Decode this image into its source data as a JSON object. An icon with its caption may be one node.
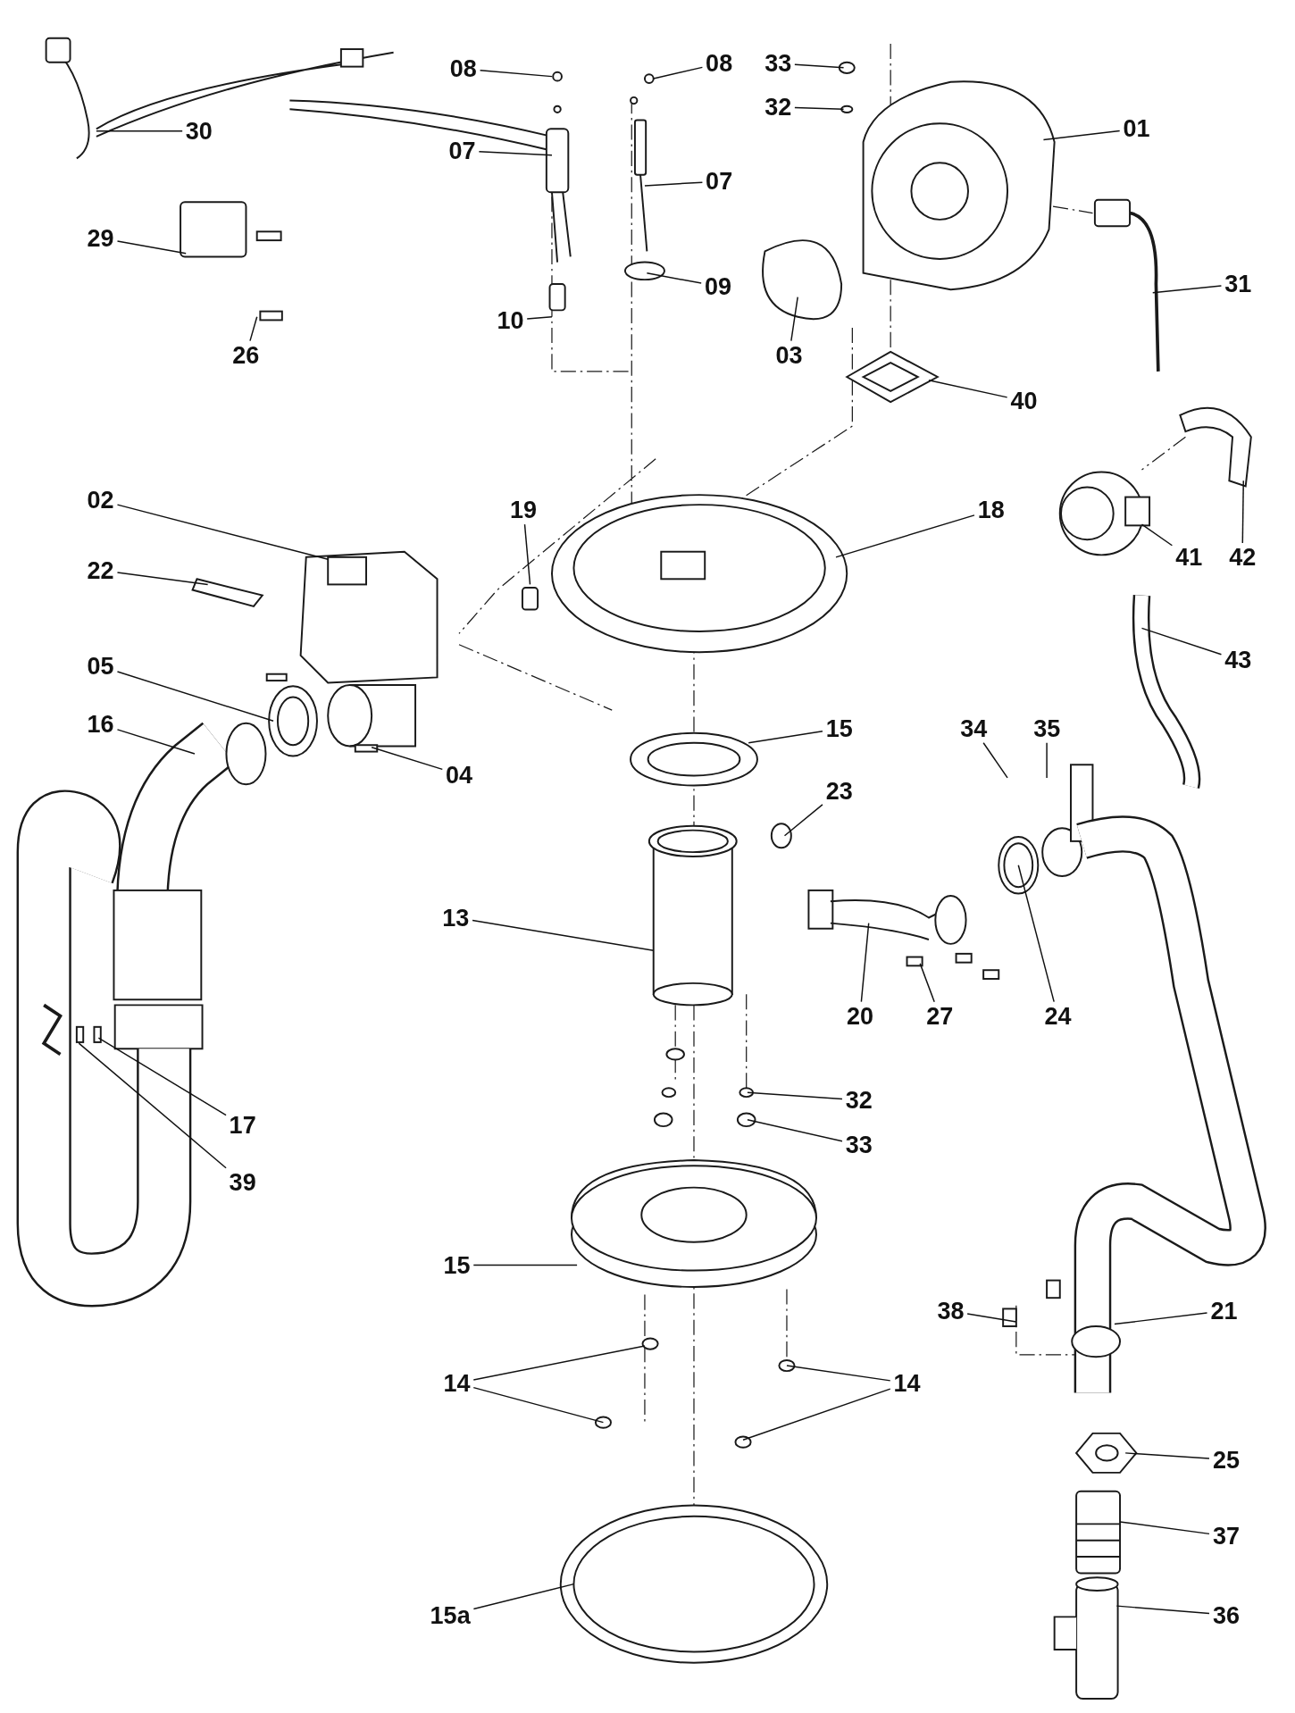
{
  "diagram": {
    "nodes": [
      {
        "text": [
          "08"
        ]
      },
      {
        "text": [
          "08"
        ]
      },
      {
        "text": [
          "33"
        ]
      },
      {
        "text": [
          "32"
        ]
      },
      {
        "text": [
          "01"
        ]
      },
      {
        "text": [
          "30"
        ]
      },
      {
        "text": [
          "07"
        ]
      },
      {
        "text": [
          "07"
        ]
      },
      {
        "text": [
          "29"
        ]
      },
      {
        "text": [
          "31"
        ]
      },
      {
        "text": [
          "09"
        ]
      },
      {
        "text": [
          "10"
        ]
      },
      {
        "text": [
          "03"
        ]
      },
      {
        "text": [
          "26"
        ]
      },
      {
        "text": [
          "40"
        ]
      },
      {
        "text": [
          "02"
        ]
      },
      {
        "text": [
          "19"
        ]
      },
      {
        "text": [
          "18"
        ]
      },
      {
        "text": [
          "41"
        ]
      },
      {
        "text": [
          "42"
        ]
      },
      {
        "text": [
          "22"
        ]
      },
      {
        "text": [
          "43"
        ]
      },
      {
        "text": [
          "05"
        ]
      },
      {
        "text": [
          "16"
        ]
      },
      {
        "text": [
          "34"
        ]
      },
      {
        "text": [
          "35"
        ]
      },
      {
        "text": [
          "15"
        ]
      },
      {
        "text": [
          "04"
        ]
      },
      {
        "text": [
          "23"
        ]
      },
      {
        "text": [
          "13"
        ]
      },
      {
        "text": [
          "20"
        ]
      },
      {
        "text": [
          "27"
        ]
      },
      {
        "text": [
          "24"
        ]
      },
      {
        "text": [
          "32"
        ]
      },
      {
        "text": [
          "17"
        ]
      },
      {
        "text": [
          "33"
        ]
      },
      {
        "text": [
          "39"
        ]
      },
      {
        "text": [
          "15"
        ]
      },
      {
        "text": [
          "38"
        ]
      },
      {
        "text": [
          "21"
        ]
      },
      {
        "text": [
          "14"
        ]
      },
      {
        "text": [
          "14"
        ]
      },
      {
        "text": [
          "25"
        ]
      },
      {
        "text": [
          "37"
        ]
      },
      {
        "text": [
          "15a"
        ]
      },
      {
        "text": [
          "36"
        ]
      }
    ],
    "edges": [
      {
        "from": 0,
        "to": null,
        "arrow": "none"
      },
      {
        "from": 1,
        "to": null,
        "arrow": "none"
      },
      {
        "from": 2,
        "to": null,
        "arrow": "none"
      },
      {
        "from": 3,
        "to": null,
        "arrow": "none"
      },
      {
        "from": 4,
        "to": null,
        "arrow": "none"
      },
      {
        "from": 5,
        "to": null,
        "arrow": "none"
      },
      {
        "from": 6,
        "to": null,
        "arrow": "none"
      },
      {
        "from": 7,
        "to": null,
        "arrow": "none"
      },
      {
        "from": 8,
        "to": null,
        "arrow": "none"
      },
      {
        "from": 9,
        "to": null,
        "arrow": "none"
      },
      {
        "from": 10,
        "to": null,
        "arrow": "none"
      },
      {
        "from": 11,
        "to": null,
        "arrow": "none"
      },
      {
        "from": 12,
        "to": null,
        "arrow": "none"
      },
      {
        "from": 13,
        "to": null,
        "arrow": "none"
      },
      {
        "from": 14,
        "to": null,
        "arrow": "none"
      },
      {
        "from": 15,
        "to": null,
        "arrow": "none"
      },
      {
        "from": 16,
        "to": null,
        "arrow": "none"
      },
      {
        "from": 17,
        "to": null,
        "arrow": "none"
      },
      {
        "from": 18,
        "to": null,
        "arrow": "none"
      },
      {
        "from": 19,
        "to": null,
        "arrow": "none"
      },
      {
        "from": 20,
        "to": null,
        "arrow": "none"
      },
      {
        "from": 21,
        "to": null,
        "arrow": "none"
      },
      {
        "from": 22,
        "to": null,
        "arrow": "none"
      },
      {
        "from": 23,
        "to": null,
        "arrow": "none"
      },
      {
        "from": 24,
        "to": null,
        "arrow": "none"
      },
      {
        "from": 25,
        "to": null,
        "arrow": "none"
      },
      {
        "from": 26,
        "to": null,
        "arrow": "none"
      },
      {
        "from": 27,
        "to": null,
        "arrow": "none"
      },
      {
        "from": 28,
        "to": null,
        "arrow": "none"
      },
      {
        "from": 29,
        "to": null,
        "arrow": "none"
      },
      {
        "from": 30,
        "to": null,
        "arrow": "none"
      },
      {
        "from": 31,
        "to": null,
        "arrow": "none"
      },
      {
        "from": 32,
        "to": null,
        "arrow": "none"
      },
      {
        "from": 33,
        "to": null,
        "arrow": "none"
      },
      {
        "from": 34,
        "to": null,
        "arrow": "none"
      },
      {
        "from": 35,
        "to": null,
        "arrow": "none"
      },
      {
        "from": 36,
        "to": null,
        "arrow": "none"
      },
      {
        "from": 37,
        "to": null,
        "arrow": "none"
      },
      {
        "from": 38,
        "to": null,
        "arrow": "none"
      },
      {
        "from": 39,
        "to": null,
        "arrow": "none"
      },
      {
        "from": 40,
        "to": null,
        "arrow": "none"
      },
      {
        "from": 40,
        "to": null,
        "arrow": "none"
      },
      {
        "from": 41,
        "to": null,
        "arrow": "none"
      },
      {
        "from": 41,
        "to": null,
        "arrow": "none"
      },
      {
        "from": 42,
        "to": null,
        "arrow": "none"
      },
      {
        "from": 43,
        "to": null,
        "arrow": "none"
      },
      {
        "from": 44,
        "to": null,
        "arrow": "none"
      },
      {
        "from": 45,
        "to": null,
        "arrow": "none"
      }
    ]
  }
}
